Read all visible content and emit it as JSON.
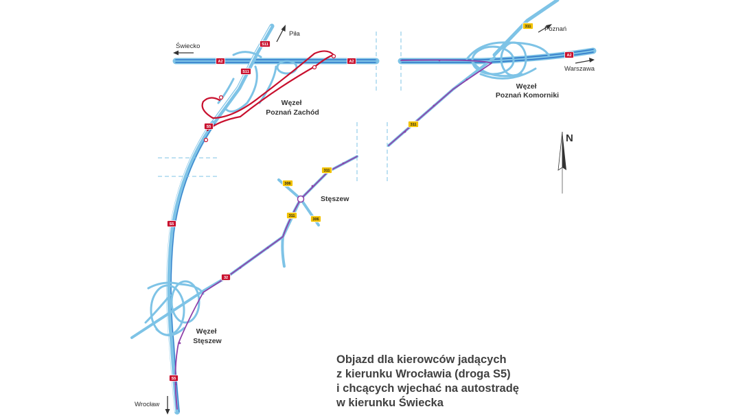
{
  "map": {
    "colors": {
      "road": "#7ec3e6",
      "motorway_lane": "#2f77c8",
      "detour": "#8e3fa8",
      "interchange_highlight": "#c8102e",
      "road_red_shield": "#c8102e",
      "road_yellow_shield": "#f2c200",
      "gap_dash": "#7ec3e6",
      "text": "#333333"
    },
    "directions": [
      {
        "id": "swiecko",
        "label": "Świecko"
      },
      {
        "id": "pila",
        "label": "Piła"
      },
      {
        "id": "poznan",
        "label": "Poznań"
      },
      {
        "id": "warszawa",
        "label": "Warszawa"
      },
      {
        "id": "wroclaw",
        "label": "Wrocław"
      }
    ],
    "junctions": [
      {
        "id": "poznan-zachod",
        "line1": "Węzeł",
        "line2": "Poznań Zachód"
      },
      {
        "id": "poznan-komorniki",
        "line1": "Węzeł",
        "line2": "Poznań Komorniki"
      },
      {
        "id": "steszew-junction",
        "line1": "Węzeł",
        "line2": "Stęszew"
      }
    ],
    "towns": [
      {
        "id": "steszew",
        "label": "Stęszew"
      }
    ],
    "shields": [
      {
        "id": "a2-west",
        "road": "A2",
        "type": "red"
      },
      {
        "id": "a2-mid",
        "road": "A2",
        "type": "red"
      },
      {
        "id": "a2-east",
        "road": "A2",
        "type": "red"
      },
      {
        "id": "s11-top",
        "road": "S11",
        "type": "red"
      },
      {
        "id": "s11-mid",
        "road": "S11",
        "type": "red"
      },
      {
        "id": "s5-top",
        "road": "S5",
        "type": "red"
      },
      {
        "id": "s5-mid",
        "road": "S5",
        "type": "red"
      },
      {
        "id": "s5-bottom",
        "road": "S5",
        "type": "red"
      },
      {
        "id": "r32",
        "road": "32",
        "type": "red"
      },
      {
        "id": "r311-ne",
        "road": "311",
        "type": "yellow"
      },
      {
        "id": "r311-mid",
        "road": "311",
        "type": "yellow"
      },
      {
        "id": "r311-steszew-n",
        "road": "311",
        "type": "yellow"
      },
      {
        "id": "r311-steszew-s",
        "road": "311",
        "type": "yellow"
      },
      {
        "id": "r306-w",
        "road": "306",
        "type": "yellow"
      },
      {
        "id": "r306-e",
        "road": "306",
        "type": "yellow"
      }
    ],
    "north": "N"
  },
  "caption": {
    "lines": [
      "Objazd dla kierowców jadących",
      "z kierunku Wrocławia (droga S5)",
      "i chcących wjechać na autostradę",
      "w kierunku Świecka"
    ]
  }
}
